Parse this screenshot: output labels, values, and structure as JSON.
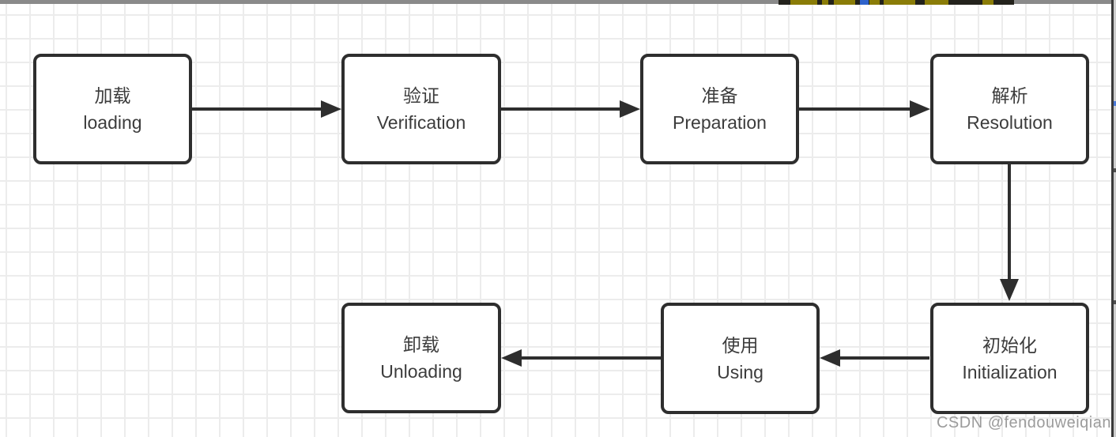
{
  "nodes": [
    {
      "id": "loading",
      "line1": "加载",
      "line2": "loading"
    },
    {
      "id": "verification",
      "line1": "验证",
      "line2": "Verification"
    },
    {
      "id": "preparation",
      "line1": "准备",
      "line2": "Preparation"
    },
    {
      "id": "resolution",
      "line1": "解析",
      "line2": "Resolution"
    },
    {
      "id": "initialization",
      "line1": "初始化",
      "line2": "Initialization"
    },
    {
      "id": "using",
      "line1": "使用",
      "line2": "Using"
    },
    {
      "id": "unloading",
      "line1": "卸载",
      "line2": "Unloading"
    }
  ],
  "edges": [
    {
      "from": "loading",
      "to": "verification",
      "direction": "right"
    },
    {
      "from": "verification",
      "to": "preparation",
      "direction": "right"
    },
    {
      "from": "preparation",
      "to": "resolution",
      "direction": "right"
    },
    {
      "from": "resolution",
      "to": "initialization",
      "direction": "down"
    },
    {
      "from": "initialization",
      "to": "using",
      "direction": "left"
    },
    {
      "from": "using",
      "to": "unloading",
      "direction": "left"
    }
  ],
  "watermark": {
    "text": "CSDN @fendouweiqian",
    "color": "#9b9b9b"
  },
  "colors": {
    "background": "#ffffff",
    "grid_line": "#ececec",
    "node_border": "#2e2e2e",
    "node_text": "#3c3c3c",
    "arrow": "#2e2e2e",
    "top_bar": "#8a8a8a",
    "top_strip_dark": "#23221c",
    "top_strip_highlight": "#8a7c08",
    "top_strip_blue": "#2f63cb",
    "right_edge_dark": "#3a3a3a",
    "right_edge_light": "#cdcdcd"
  }
}
